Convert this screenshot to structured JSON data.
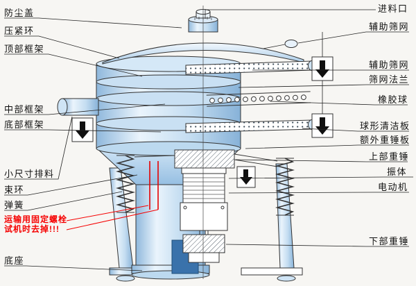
{
  "diagram": {
    "left_labels": [
      {
        "id": "dust-cover",
        "text": "防尘盖"
      },
      {
        "id": "clamp-ring",
        "text": "压紧环"
      },
      {
        "id": "top-frame",
        "text": "顶部框架"
      },
      {
        "id": "middle-frame",
        "text": "中部框架"
      },
      {
        "id": "bottom-frame",
        "text": "底部框架"
      },
      {
        "id": "small-discharge",
        "text": "小尺寸排料"
      },
      {
        "id": "bundle-ring",
        "text": "束环"
      },
      {
        "id": "spring",
        "text": "弹簧"
      },
      {
        "id": "base",
        "text": "底座"
      }
    ],
    "warning_label": {
      "line1": "运输用固定螺栓",
      "line2": "试机时去掉!!!",
      "color": "#f60000"
    },
    "right_labels": [
      {
        "id": "feed-inlet",
        "text": "进料口"
      },
      {
        "id": "aux-screen-1",
        "text": "辅助筛网"
      },
      {
        "id": "aux-screen-2",
        "text": "辅助筛网"
      },
      {
        "id": "screen-flange",
        "text": "筛网法兰"
      },
      {
        "id": "rubber-ball",
        "text": "橡胶球"
      },
      {
        "id": "ball-cleaning-plate",
        "text": "球形清洁板"
      },
      {
        "id": "extra-weight-plate",
        "text": "额外重锤板"
      },
      {
        "id": "upper-weight",
        "text": "上部重锤"
      },
      {
        "id": "vibrating-body",
        "text": "振体"
      },
      {
        "id": "motor",
        "text": "电动机"
      },
      {
        "id": "lower-weight",
        "text": "下部重锤"
      }
    ],
    "colors": {
      "warning": "#f60000",
      "outline": "#222222",
      "body_fill": "#aecfe9"
    }
  }
}
